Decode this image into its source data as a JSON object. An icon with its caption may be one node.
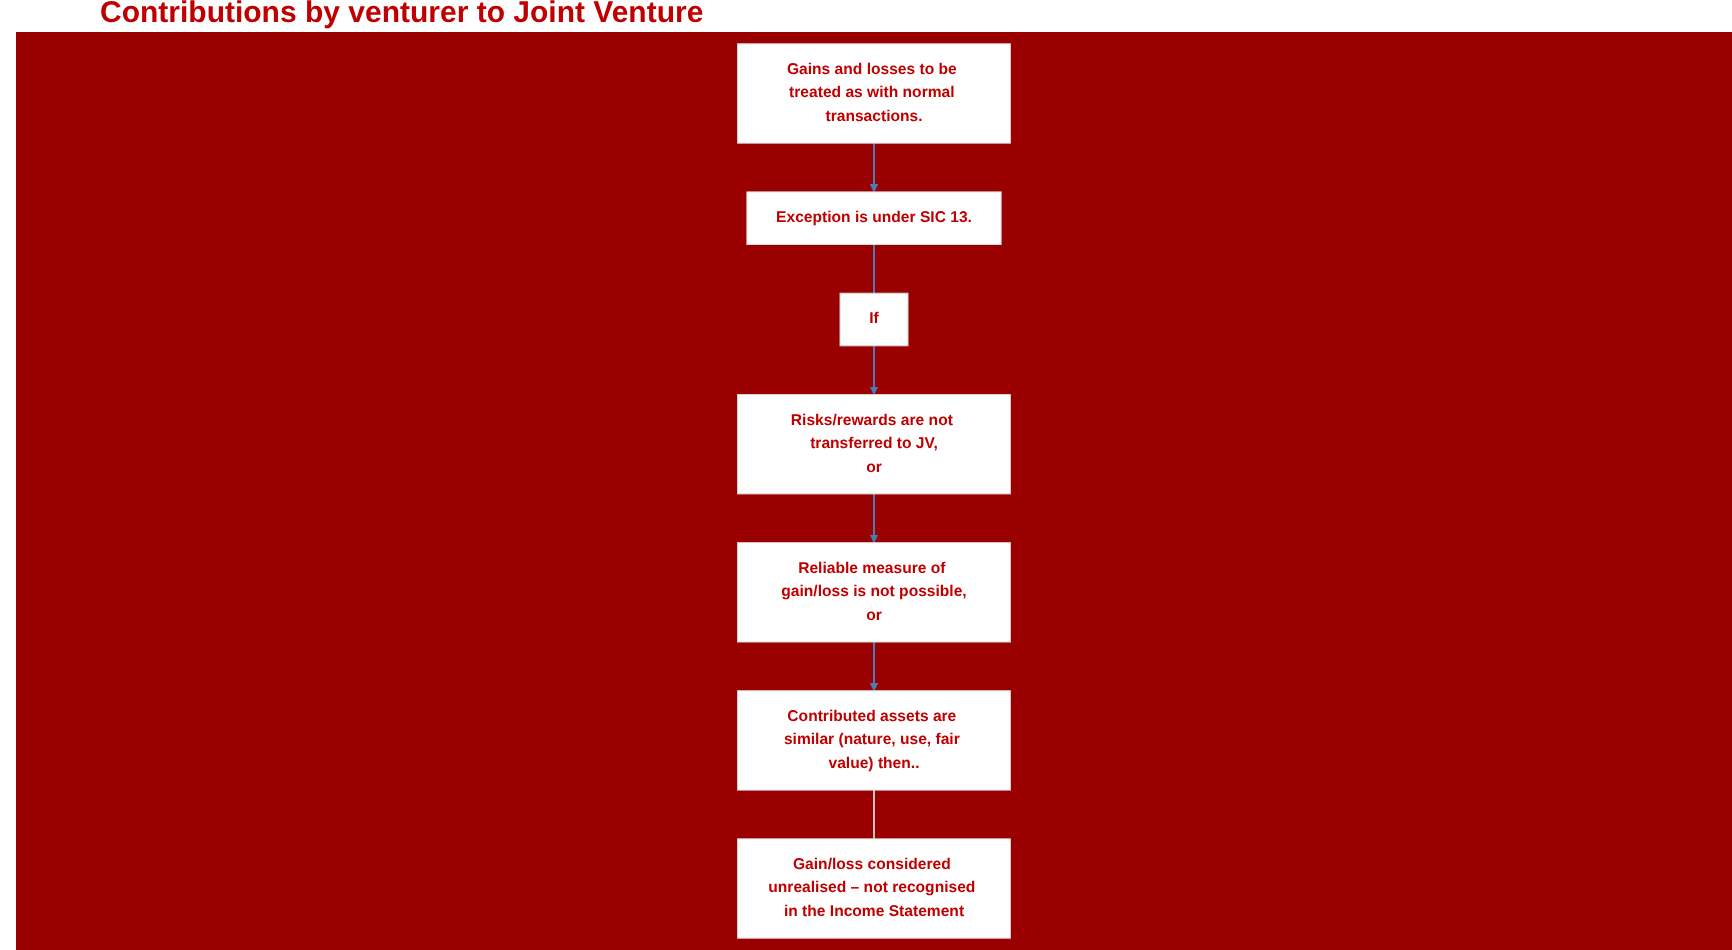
{
  "diagram": {
    "title": "Contributions by venturer to Joint Venture",
    "nodes": [
      {
        "text": [
          "Gains and losses to be treated as with normal transactions."
        ]
      },
      {
        "text": [
          "Exception is under SIC 13."
        ]
      },
      {
        "text": [
          "If"
        ]
      },
      {
        "text": [
          "Risks/rewards are not transferred to JV,",
          "or"
        ]
      },
      {
        "text": [
          "Reliable measure of gain/loss is not possible,",
          "or"
        ]
      },
      {
        "text": [
          "Contributed assets are similar (nature, use, fair value) then.."
        ]
      },
      {
        "text": [
          "Gain/loss considered unrealised – not recognised in the Income Statement"
        ]
      }
    ],
    "edges": [
      {
        "from": 0,
        "to": 1,
        "arrow": "to"
      },
      {
        "from": 1,
        "to": 2,
        "arrow": "none"
      },
      {
        "from": 2,
        "to": 3,
        "arrow": "to"
      },
      {
        "from": 3,
        "to": 4,
        "arrow": "to"
      },
      {
        "from": 4,
        "to": 5,
        "arrow": "to"
      },
      {
        "from": 5,
        "to": 6,
        "arrow": "none",
        "color": "#c8c8c8"
      }
    ]
  }
}
